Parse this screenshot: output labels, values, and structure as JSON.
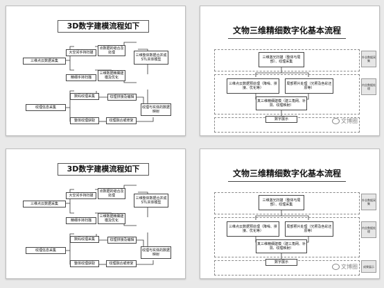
{
  "colors": {
    "line": "#333333",
    "page_bg": "#e9e9e9",
    "slide_bg": "#ffffff",
    "side_tag_bg": "#e6e6e6"
  },
  "left_slide": {
    "title": "3D数字建模流程如下",
    "boxes": {
      "multi_view": "三维点云数据采集",
      "space_scan": "大空间手持扫描",
      "pc_register": "点数据的缝合及处理",
      "precise_scan": "精细手持扫描",
      "mesh_build": "三维数据精确建模及优化",
      "model_merge": "三维整体数据合并成STL实体模型",
      "texture_collect": "数码纹理采集",
      "texture_map": "纹理拼接及编辑",
      "info_collect": "纹理信息采集",
      "solid_model": "纹理与实体的数据映射",
      "tex_acquire": "整体纹理获取",
      "tex_fuse": "纹理融合或修复"
    }
  },
  "right_slide": {
    "title": "文物三维精细数字化基本流程",
    "boxes": {
      "scan": "三维激光扫描（整体与局部）、纹理采集",
      "pc_pre": "三维点云数据预处理（降噪、拼接、优化等）",
      "local_photo": "局部照片处理（光照及色彩还原等）",
      "fine_model": "真三维精细建模（建三角网、补洞、纹理映射）",
      "display": "数字展示"
    },
    "side_tags": [
      "外业数据采集",
      "内业数据处理",
      "成果展示"
    ]
  },
  "watermark": "文博圈"
}
